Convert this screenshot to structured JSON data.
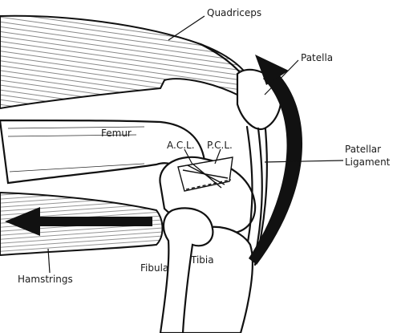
{
  "labels": {
    "quadriceps": "Quadriceps",
    "patella": "Patella",
    "femur": "Femur",
    "acl": "A.C.L.",
    "pcl": "P.C.L.",
    "patellar_line1": "Patellar",
    "patellar_line2": "Ligament",
    "hamstrings": "Hamstrings",
    "fibula": "Fibula",
    "tibia": "Tibia"
  },
  "colors": {
    "ink": "#111111",
    "paper": "#ffffff"
  },
  "icons": {
    "arrow_patella": "curved-arrow-icon",
    "arrow_hamstring": "left-arrow-icon"
  }
}
